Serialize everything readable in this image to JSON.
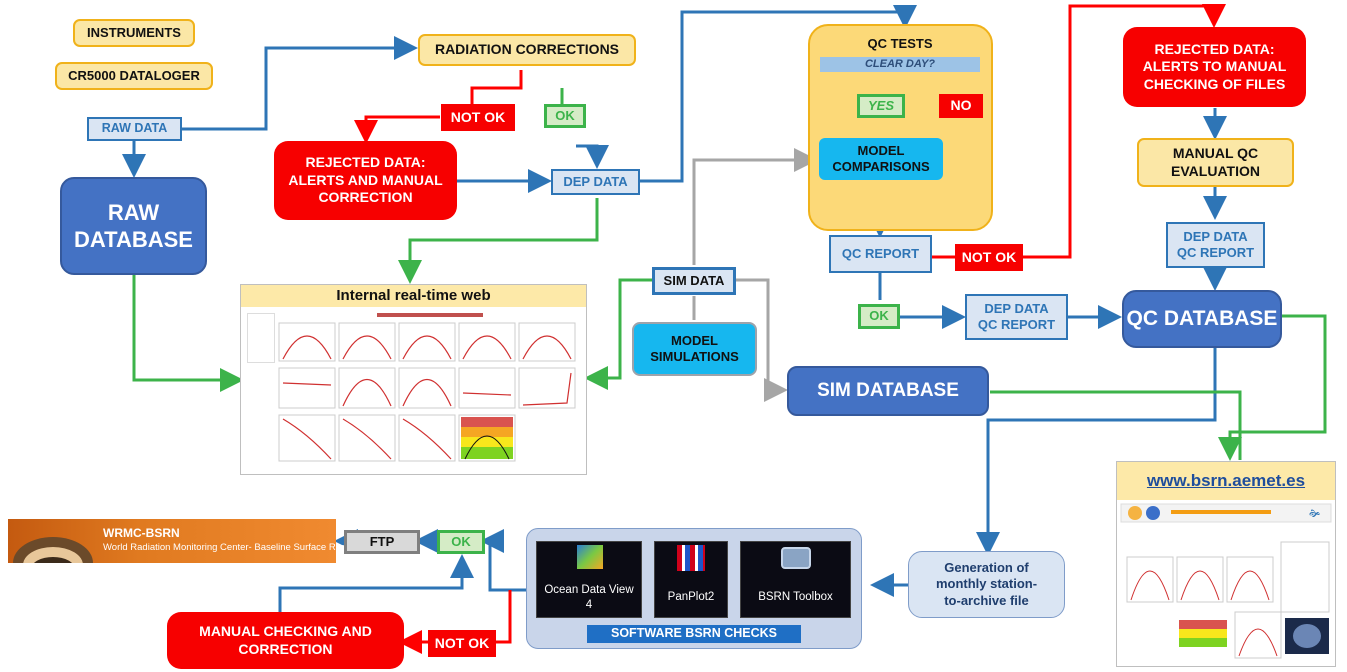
{
  "boxes": {
    "instruments": "INSTRUMENTS",
    "datalogger": "CR5000 DATALOGER",
    "raw_data": "RAW DATA",
    "raw_database": "RAW\nDATABASE",
    "radiation_corrections": "RADIATION CORRECTIONS",
    "not_ok_1": "NOT OK",
    "ok_1": "OK",
    "rejected_1": "REJECTED DATA:\nALERTS AND MANUAL\nCORRECTION",
    "dep_data_1": "DEP DATA",
    "qc_tests": "QC TESTS",
    "clear_day": "CLEAR DAY?",
    "yes": "YES",
    "no": "NO",
    "model_comparisons": "MODEL\nCOMPARISONS",
    "qc_report": "QC REPORT",
    "not_ok_2": "NOT OK",
    "ok_2": "OK",
    "dep_qc_report_1": "DEP DATA\nQC REPORT",
    "rejected_2": "REJECTED DATA:\nALERTS TO MANUAL\nCHECKING OF FILES",
    "manual_qc": "MANUAL QC\nEVALUATION",
    "dep_qc_report_2": "DEP DATA\nQC REPORT",
    "qc_database": "QC DATABASE",
    "sim_data": "SIM DATA",
    "model_simulations": "MODEL\nSIMULATIONS",
    "sim_database": "SIM DATABASE",
    "generation": "Generation of\nmonthly station-\nto-archive file",
    "software_checks": "SOFTWARE  BSRN CHECKS",
    "ocean_data_view": "Ocean Data View\n4",
    "panplot": "PanPlot2",
    "bsrn_toolbox": "BSRN Toolbox",
    "ftp": "FTP",
    "ok_3": "OK",
    "not_ok_3": "NOT OK",
    "manual_checking": "MANUAL CHECKING AND\nCORRECTION"
  },
  "panels": {
    "internal_web_title": "Internal real-time web",
    "bsrn_url": "www.bsrn.aemet.es"
  },
  "banner": {
    "title": "WRMC-BSRN",
    "subtitle": "World Radiation Monitoring Center- Baseline Surface Radiation Network"
  },
  "colors": {
    "flow_blue": "#2e75b6",
    "flow_red": "#ff0000",
    "flow_green": "#3cb34a",
    "flow_gray": "#a6a6a6"
  }
}
